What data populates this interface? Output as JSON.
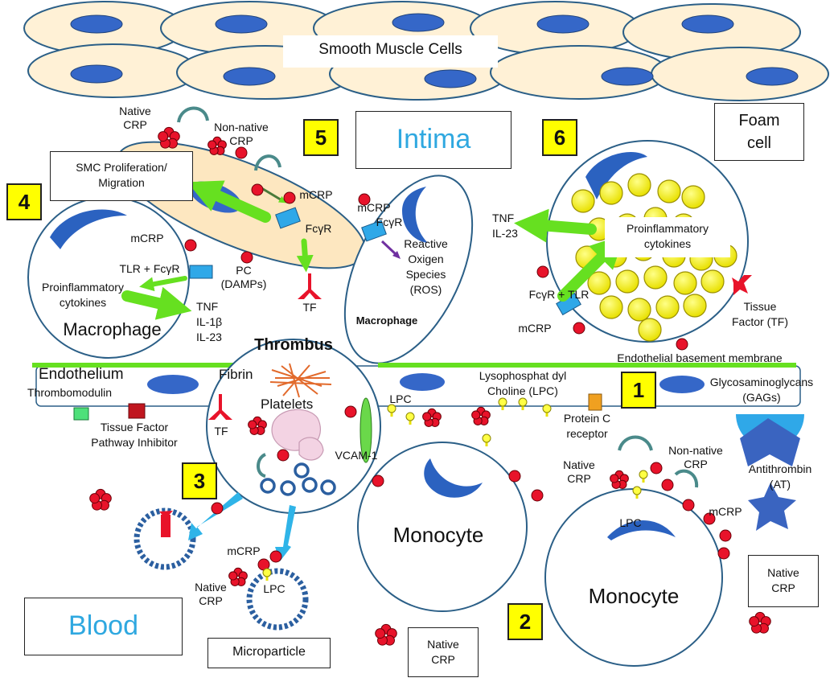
{
  "labels": {
    "smooth_muscle": "Smooth Muscle Cells",
    "intima": "Intima",
    "blood": "Blood",
    "foam_cell": [
      "Foam",
      "cell"
    ],
    "native_crp_top": [
      "Native",
      "CRP"
    ],
    "nonnative_crp_top": [
      "Non-native",
      "CRP"
    ],
    "smc_prolif": [
      "SMC Proliferation/",
      "Migration"
    ],
    "mcrp_smc": "mCRP",
    "fcgr_smc": "FcγR",
    "tf_smc": "TF",
    "mcrp_mac2": "mCRP",
    "fcgr_mac2": "FcγR",
    "ros": [
      "Reactive",
      "Oxigen",
      "Species",
      "(ROS)"
    ],
    "macrophage_small": "Macrophage",
    "macrophage_left": "Macrophage",
    "mcrp_mac1": "mCRP",
    "tlr_fcgr": "TLR + FcγR",
    "pc_damps": [
      "PC",
      "(DAMPs)"
    ],
    "proinflam_left": [
      "Proinflammatory",
      "cytokines"
    ],
    "tnf_left": [
      "TNF",
      "IL-1β",
      "IL-23"
    ],
    "thrombus": "Thrombus",
    "fibrin": "Fibrin",
    "platelets": "Platelets",
    "tf_thrombus": "TF",
    "vcam": "VCAM-1",
    "endothelium": "Endothelium",
    "thrombomodulin": "Thrombomodulin",
    "tfpi": [
      "Tissue Factor",
      "Pathway Inhibitor"
    ],
    "lpc_small": "LPC",
    "lysophos": [
      "Lysophosphat dyl",
      "Choline (LPC)"
    ],
    "protein_c": [
      "Protein C",
      "receptor"
    ],
    "endo_basement": "Endothelial basement membrane",
    "gags": [
      "Glycosaminoglycans",
      "(GAGs)"
    ],
    "antithrombin": [
      "Antithrombin",
      "(AT)"
    ],
    "tnf_right": [
      "TNF",
      "IL-23"
    ],
    "proinflam_right": [
      "Proinflammatory",
      "cytokines"
    ],
    "fcgr_tlr": "FcγR + TLR",
    "mcrp_foam": "mCRP",
    "tissue_factor_right": [
      "Tissue",
      "Factor (TF)"
    ],
    "monocyte_mid": "Monocyte",
    "monocyte_right": "Monocyte",
    "native_crp_r": [
      "Native",
      "CRP"
    ],
    "nonnative_crp_r": [
      "Non-native",
      "CRP"
    ],
    "mcrp_r": "mCRP",
    "lpc_r": "LPC",
    "native_crp_box_r": [
      "Native",
      "CRP"
    ],
    "native_crp_box_b": [
      "Native",
      "CRP"
    ],
    "mcrp_micro": "mCRP",
    "native_crp_micro": [
      "Native",
      "CRP"
    ],
    "lpc_micro": "LPC",
    "microparticle": "Microparticle"
  },
  "numbers": [
    "1",
    "2",
    "3",
    "4",
    "5",
    "6"
  ]
}
